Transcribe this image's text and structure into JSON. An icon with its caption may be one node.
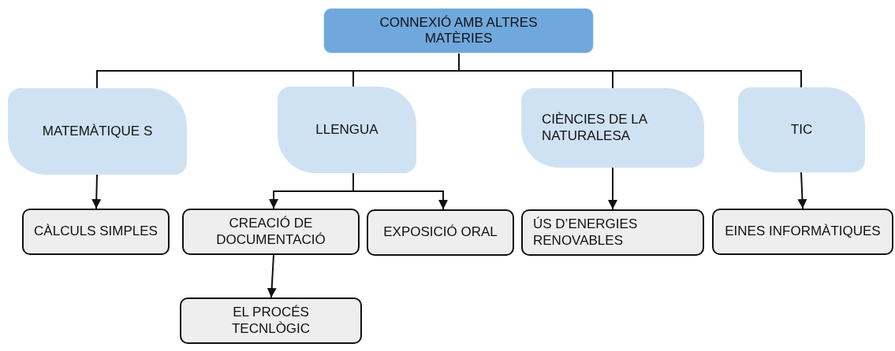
{
  "diagram": {
    "nodes": [
      {
        "text": [
          "CONNEXIÓ AMB ALTRES MATÈRIES"
        ]
      },
      {
        "text": [
          "MATEMÀTIQUE S"
        ]
      },
      {
        "text": [
          "LLENGUA"
        ]
      },
      {
        "text": [
          "CIÈNCIES DE LA NATURALESA"
        ]
      },
      {
        "text": [
          "TIC"
        ]
      },
      {
        "text": [
          "CÀLCULS SIMPLES"
        ]
      },
      {
        "text": [
          "CREACIÓ DE DOCUMENTACIÓ"
        ]
      },
      {
        "text": [
          "EXPOSICIÓ ORAL"
        ]
      },
      {
        "text": [
          "ÚS D’ENERGIES RENOVABLES"
        ]
      },
      {
        "text": [
          "EINES INFORMÀTIQUES"
        ]
      },
      {
        "text": [
          "EL PROCÉS TECNLÒGIC"
        ]
      }
    ],
    "edges": [
      {
        "from": 0,
        "to": 1,
        "arrow": "none"
      },
      {
        "from": 0,
        "to": 2,
        "arrow": "none"
      },
      {
        "from": 0,
        "to": 3,
        "arrow": "none"
      },
      {
        "from": 0,
        "to": 4,
        "arrow": "none"
      },
      {
        "from": 1,
        "to": 5,
        "arrow": "to"
      },
      {
        "from": 2,
        "to": 6,
        "arrow": "to"
      },
      {
        "from": 2,
        "to": 7,
        "arrow": "to"
      },
      {
        "from": 3,
        "to": 8,
        "arrow": "to"
      },
      {
        "from": 4,
        "to": 9,
        "arrow": "to"
      },
      {
        "from": 6,
        "to": 10,
        "arrow": "to"
      }
    ]
  }
}
